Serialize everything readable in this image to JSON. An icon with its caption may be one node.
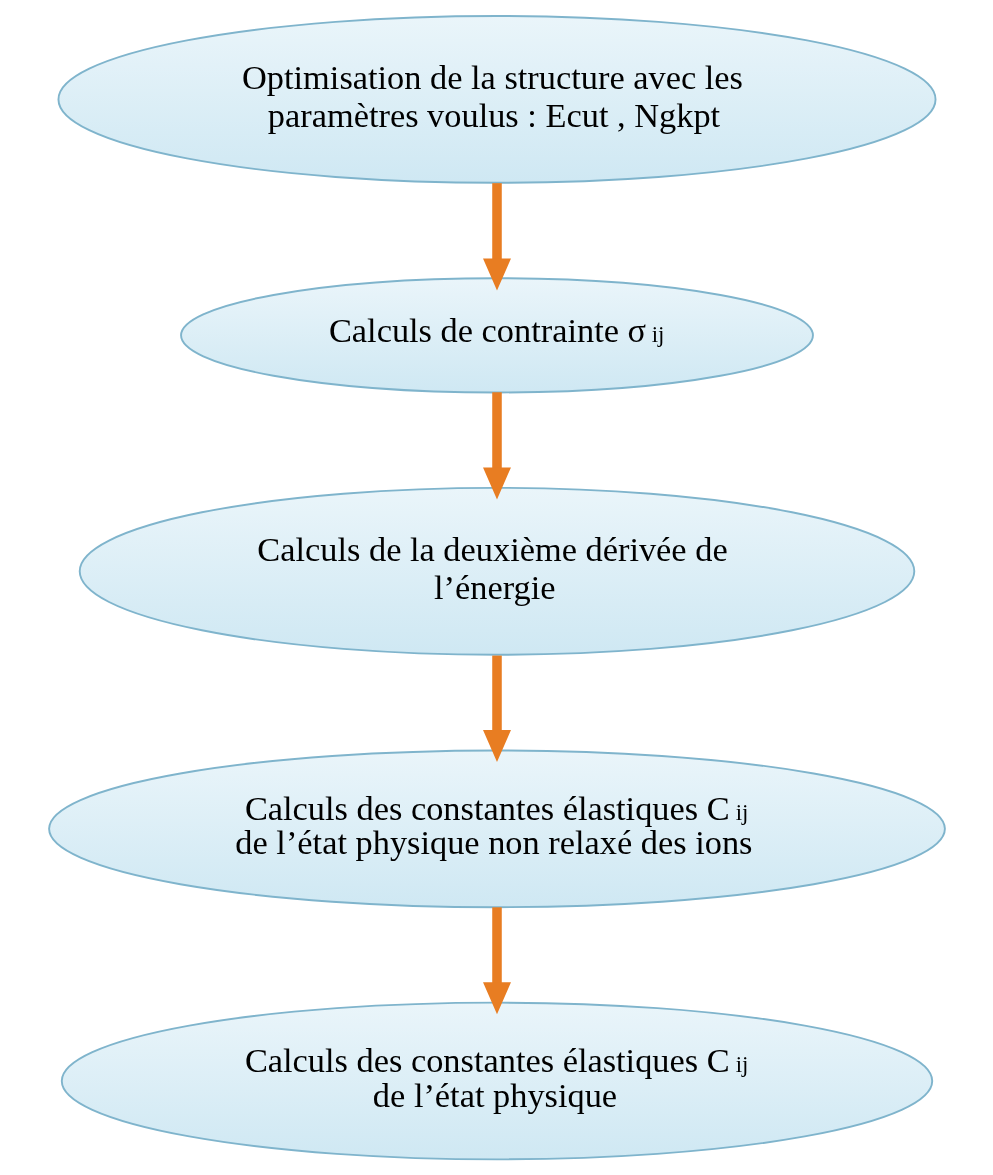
{
  "diagram": {
    "nodes": [
      {
        "text": [
          "Optimisation de la structure avec les paramètres voulus : Ecut , Ngkpt"
        ]
      },
      {
        "text": [
          "Calculs de contrainte σ$_{ij}$"
        ]
      },
      {
        "text": [
          "Calculs de la deuxième dérivée de l’énergie"
        ]
      },
      {
        "text": [
          "Calculs des constantes élastiques C$_{ij}$ de l’état physique non relaxé des ions"
        ]
      },
      {
        "text": [
          "Calculs des constantes élastiques C$_{ij}$ de l’état physique"
        ]
      }
    ],
    "edges": [
      {
        "from": 0,
        "to": 1,
        "arrow": "to"
      },
      {
        "from": 1,
        "to": 2,
        "arrow": "to"
      },
      {
        "from": 2,
        "to": 3,
        "arrow": "to"
      },
      {
        "from": 3,
        "to": 4,
        "arrow": "to"
      }
    ]
  }
}
